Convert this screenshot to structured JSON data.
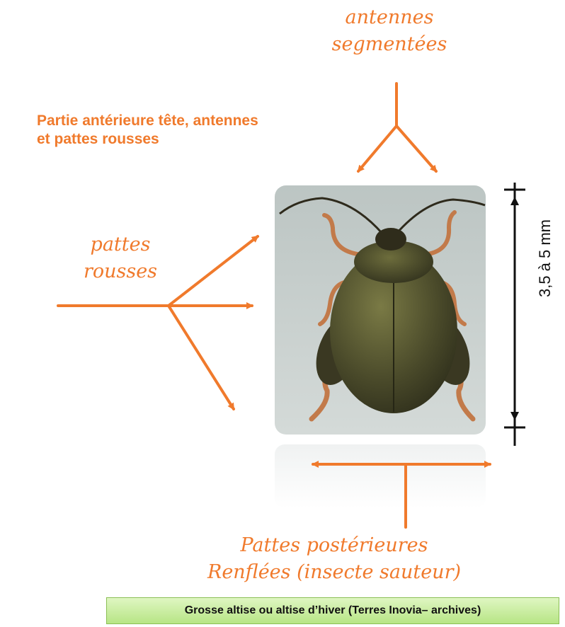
{
  "labels": {
    "antennes": [
      "antennes",
      "segmentées"
    ],
    "anterieure": [
      "Partie antérieure tête, antennes",
      "et pattes rousses"
    ],
    "pattes": [
      "pattes",
      "rousses"
    ],
    "posterieures": [
      "Pattes postérieures",
      "Renflées (insecte sauteur)"
    ],
    "size": "3,5 à 5 mm"
  },
  "caption": "Grosse altise ou altise d’hiver (Terres Inovia– archives)",
  "colors": {
    "accent": "#f07a2c",
    "photo_background": "#c9d1cf",
    "caption_background": "#c8eea0",
    "beetle_body": "#4a4a2a"
  },
  "image": {
    "subject": "beetle-illustration"
  }
}
